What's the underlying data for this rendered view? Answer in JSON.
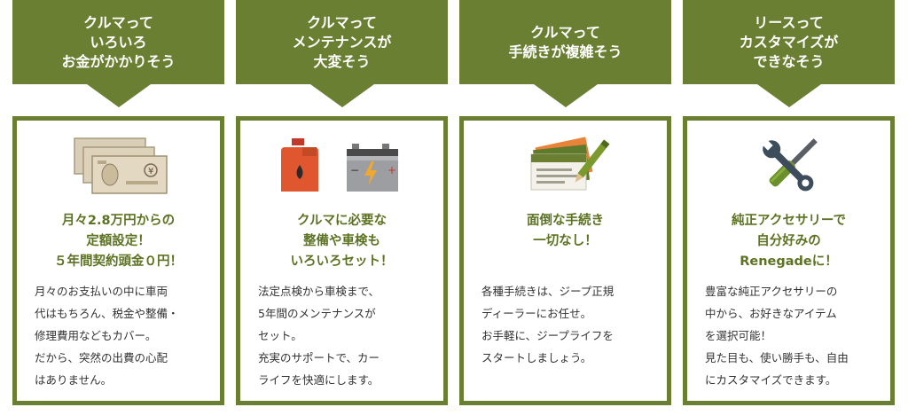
{
  "colors": {
    "accent": "#6b7f33",
    "title_text": "#5d7323",
    "body_text": "#333333"
  },
  "columns": [
    {
      "header": [
        "クルマって",
        "いろいろ",
        "お金がかかりそう"
      ],
      "icon": "yen-banknotes-icon",
      "title": [
        "月々2.8万円からの",
        "定額設定！",
        "５年間契約頭金０円！"
      ],
      "body": [
        "月々のお支払いの中に車両",
        "代はもちろん、税金や整備・",
        "修理費用などもカバー。",
        "だから、突然の出費の心配",
        "はありません。"
      ]
    },
    {
      "header": [
        "クルマって",
        "メンテナンスが",
        "大変そう"
      ],
      "icon": "oil-can-and-battery-icon",
      "title": [
        "クルマに必要な",
        "整備や車検も",
        "いろいろセット！"
      ],
      "body": [
        "法定点検から車検まで、",
        "5年間のメンテナンスが",
        "セット。",
        "充実のサポートで、カー",
        "ライフを快適にします。"
      ]
    },
    {
      "header": [
        "クルマって",
        "手続きが複雑そう"
      ],
      "icon": "documents-pen-icon",
      "title": [
        "面倒な手続き",
        "一切なし！"
      ],
      "body": [
        "各種手続きは、ジープ正規",
        "ディーラーにお任せ。",
        "お手軽に、ジープライフを",
        "スタートしましょう。"
      ]
    },
    {
      "header": [
        "リースって",
        "カスタマイズが",
        "できなそう"
      ],
      "icon": "wrench-screwdriver-icon",
      "title": [
        "純正アクセサリーで",
        "自分好みの",
        "Renegadeに！"
      ],
      "body": [
        "豊富な純正アクセサリーの",
        "中から、お好きなアイテム",
        "を選択可能！",
        "見た目も、使い勝手も、自由",
        "にカスタマイズできます。"
      ]
    }
  ]
}
